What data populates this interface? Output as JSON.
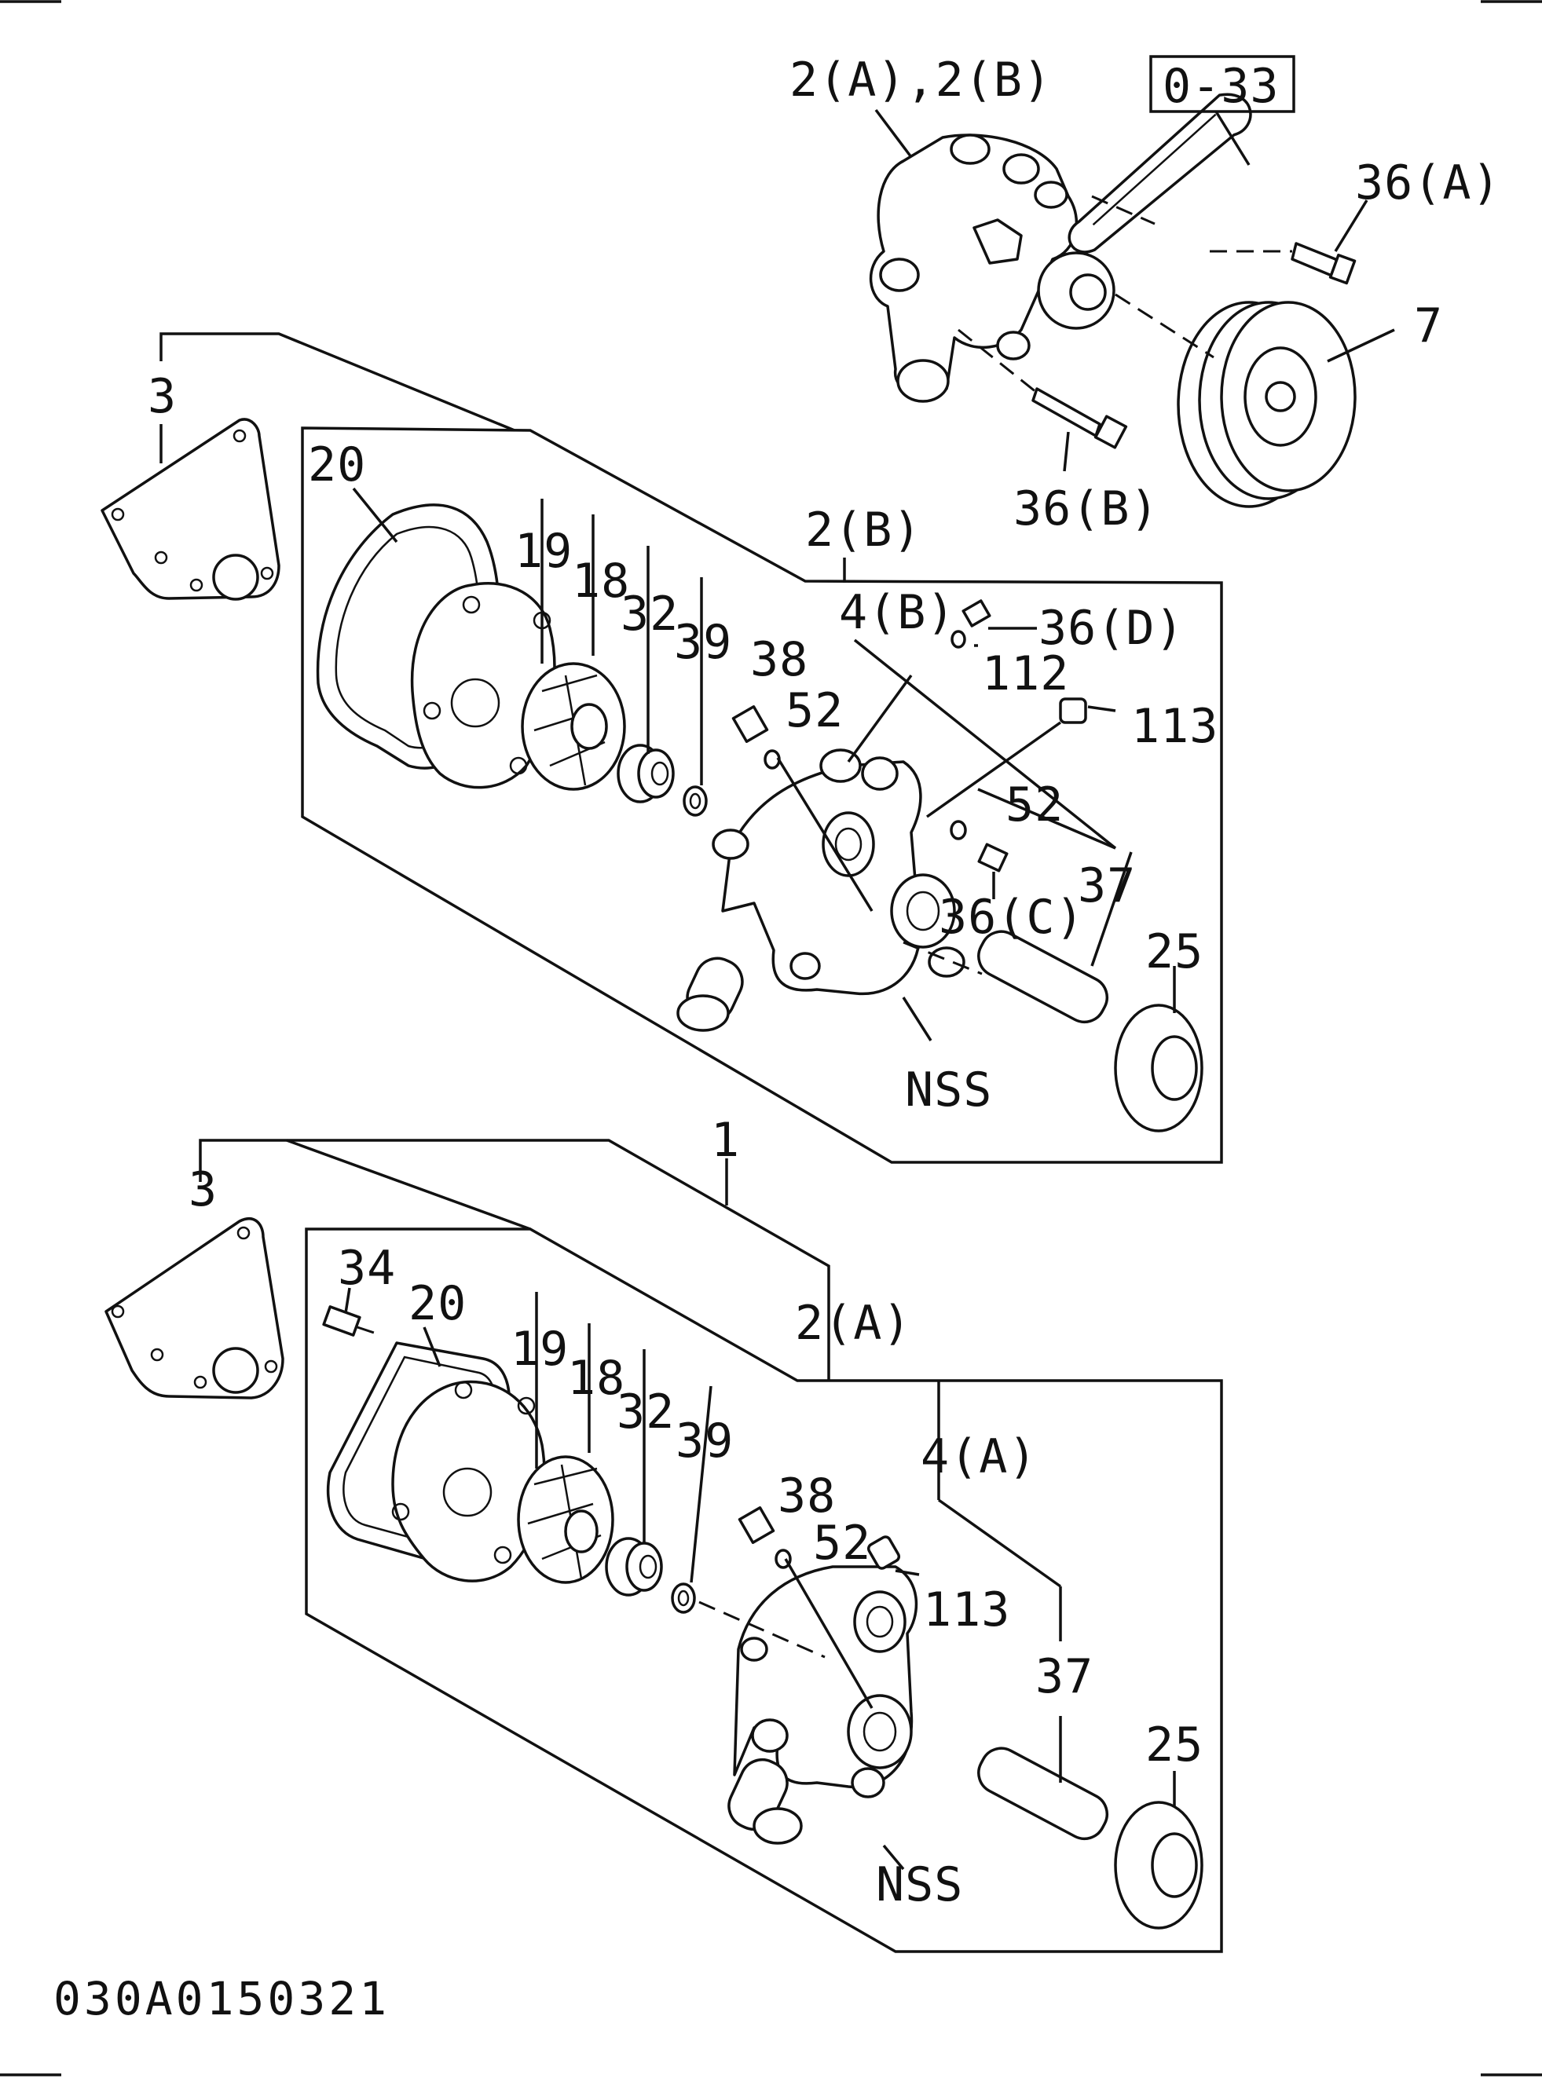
{
  "diagram": {
    "caption": "030A0150321",
    "labels": {
      "top_2a_2b": "2(A),2(B)",
      "ref_box": "0-33",
      "top_36a": "36(A)",
      "top_7": "7",
      "top_36b": "36(B)",
      "u_3": "3",
      "u_20": "20",
      "u_19": "19",
      "u_18": "18",
      "u_32": "32",
      "u_39": "39",
      "u_2b": "2(B)",
      "u_4b": "4(B)",
      "u_36d": "36(D)",
      "u_38": "38",
      "u_52a": "52",
      "u_112": "112",
      "u_113": "113",
      "u_52b": "52",
      "u_36c": "36(C)",
      "u_37": "37",
      "u_25": "25",
      "u_nss": "NSS",
      "l_1": "1",
      "l_3": "3",
      "l_34": "34",
      "l_20": "20",
      "l_19": "19",
      "l_18": "18",
      "l_32": "32",
      "l_39": "39",
      "l_2a": "2(A)",
      "l_4a": "4(A)",
      "l_38": "38",
      "l_52": "52",
      "l_113": "113",
      "l_37": "37",
      "l_25": "25",
      "l_nss": "NSS"
    }
  }
}
